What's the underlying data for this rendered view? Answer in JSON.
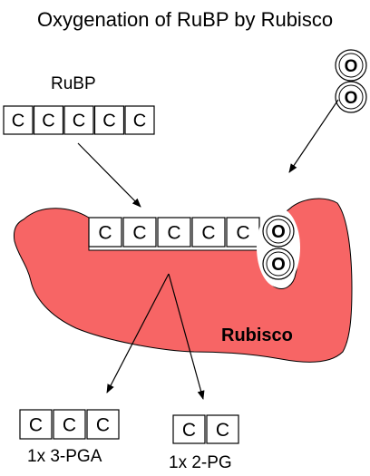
{
  "title": "Oxygenation of RuBP by Rubisco",
  "rubp_label": "RuBP",
  "enzyme_label": "Rubisco",
  "carbon_symbol": "C",
  "oxygen_symbol": "O",
  "product_3pga_label": "1x 3-PGA",
  "product_2pg_label": "1x 2-PG",
  "colors": {
    "enzyme_fill": "#f76565",
    "box_stroke": "#000000",
    "text": "#000000",
    "background": "#ffffff"
  }
}
